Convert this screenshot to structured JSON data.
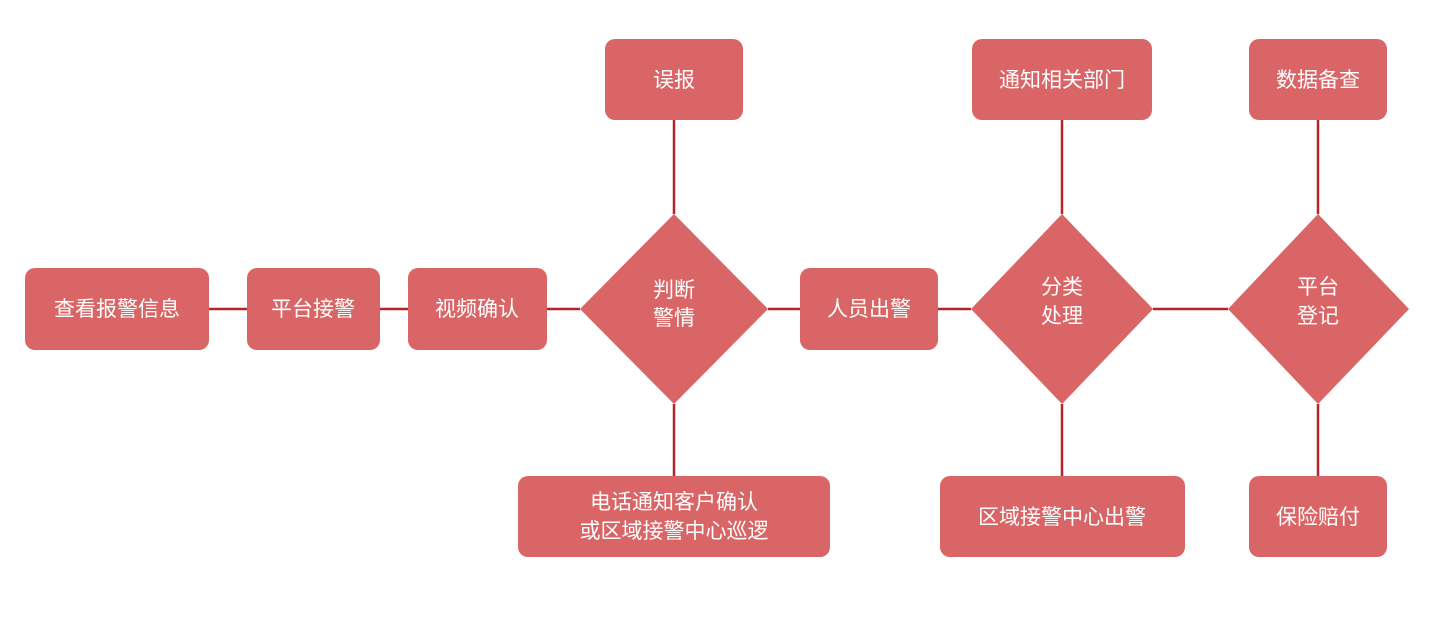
{
  "diagram": {
    "nodes": {
      "view_alarm": [
        "查看报警信息"
      ],
      "platform_receive": [
        "平台接警"
      ],
      "video_confirm": [
        "视频确认"
      ],
      "judge": [
        "判断",
        "警情"
      ],
      "false_alarm": [
        "误报"
      ],
      "phone_notify": [
        "电话通知客户确认",
        "或区域接警中心巡逻"
      ],
      "dispatch": [
        "人员出警"
      ],
      "classify": [
        "分类",
        "处理"
      ],
      "notify_dept": [
        "通知相关部门"
      ],
      "regional_dispatch": [
        "区域接警中心出警"
      ],
      "register": [
        "平台",
        "登记"
      ],
      "data_backup": [
        "数据备查"
      ],
      "insurance": [
        "保险赔付"
      ]
    },
    "colors": {
      "node_fill": "#d96566",
      "edge": "#b3242b",
      "text": "#ffffff"
    }
  }
}
